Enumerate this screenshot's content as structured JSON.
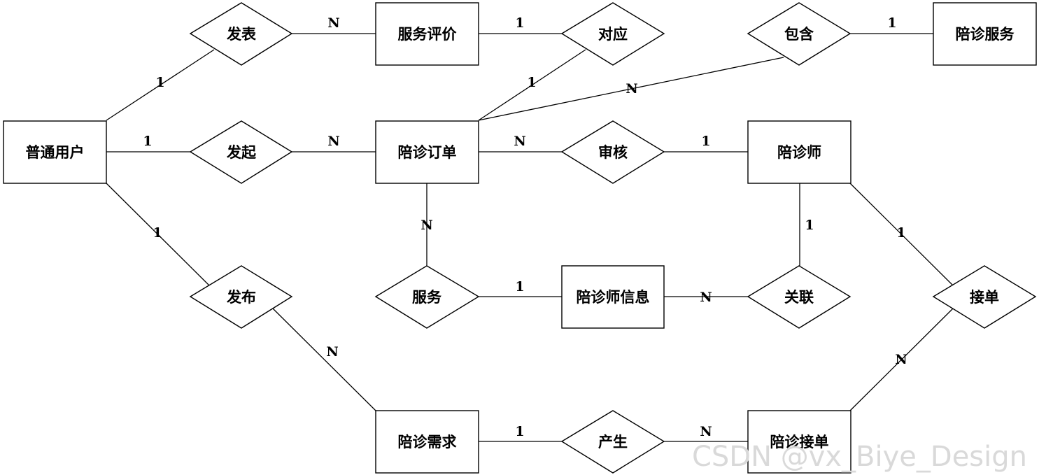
{
  "entities": {
    "normal_user": "普通用户",
    "service_review": "服务评价",
    "escort_order": "陪诊订单",
    "escort_service": "陪诊服务",
    "escort": "陪诊师",
    "escort_info": "陪诊师信息",
    "escort_demand": "陪诊需求",
    "escort_accept": "陪诊接单"
  },
  "relationships": {
    "publish_review": "发表",
    "correspond": "对应",
    "contain": "包含",
    "initiate": "发起",
    "audit": "审核",
    "serve": "服务",
    "associate": "关联",
    "post": "发布",
    "accept": "接单",
    "generate": "产生"
  },
  "cardinalities": {
    "user_publish": "1",
    "publish_review": "N",
    "review_correspond": "1",
    "order_correspond": "1",
    "order_contain": "N",
    "contain_service": "1",
    "user_initiate": "1",
    "initiate_order": "N",
    "order_audit": "N",
    "audit_escort": "1",
    "order_serve": "N",
    "serve_info": "1",
    "info_associate": "N",
    "escort_associate": "1",
    "user_post": "1",
    "post_demand": "N",
    "escort_accept_rel": "1",
    "accept_rel_record": "N",
    "demand_generate": "1",
    "generate_record": "N"
  },
  "watermark": "CSDN @vx_Biye_Design"
}
